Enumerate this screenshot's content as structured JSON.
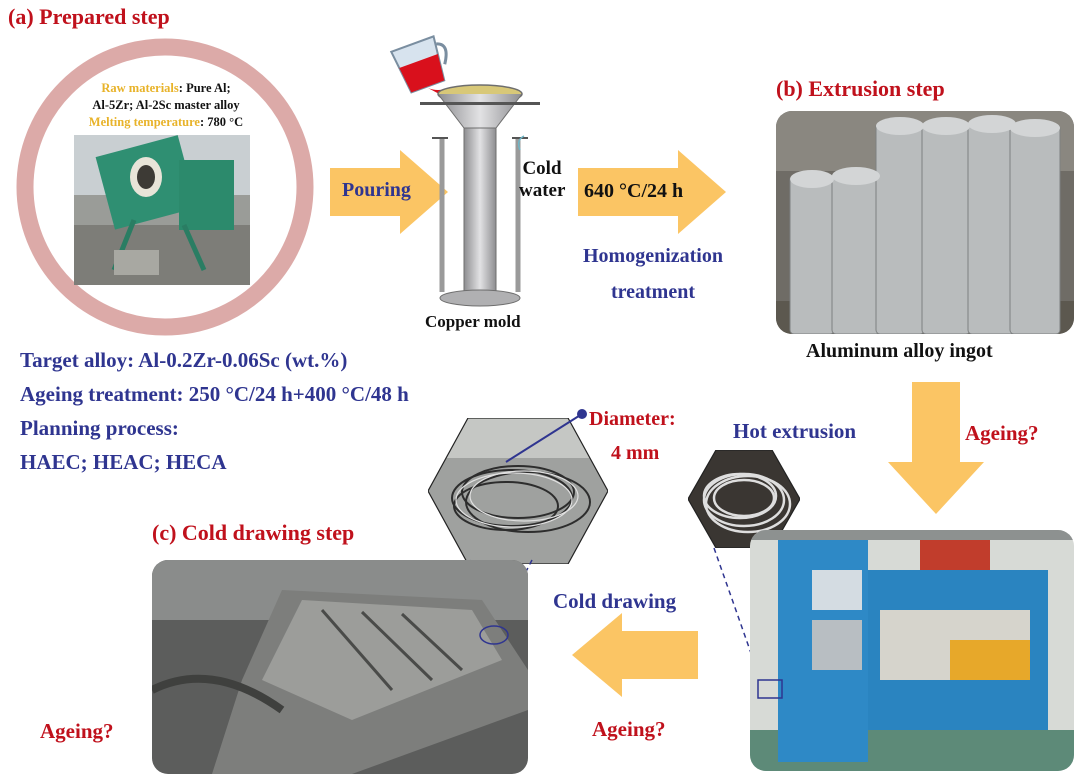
{
  "steps": {
    "prepared": "(a) Prepared step",
    "extrusion": "(b) Extrusion step",
    "cold_drawing": "(c) Cold drawing step"
  },
  "raw_materials": {
    "label": "Raw materials",
    "value": ": Pure Al;",
    "line2": "Al-5Zr; Al-2Sc master alloy",
    "melt_label": "Melting temperature",
    "melt_value": ": 780 °C"
  },
  "flow": {
    "pouring": "Pouring",
    "cold_water_1": "Cold",
    "cold_water_2": "water",
    "copper_mold": "Copper mold",
    "homog_temp": "640 °C/24 h",
    "homog_1": "Homogenization",
    "homog_2": "treatment",
    "ingot": "Aluminum alloy ingot",
    "hot_extrusion": "Hot extrusion",
    "cold_drawing": "Cold drawing",
    "ageing_right": "Ageing?",
    "ageing_bottom_mid": "Ageing?",
    "ageing_bottom_left": "Ageing?",
    "diameter_label": "Diameter:",
    "diameter_value": "4 mm"
  },
  "info": {
    "target": "Target alloy: Al-0.2Zr-0.06Sc (wt.%)",
    "ageing": "Ageing treatment: 250 °C/24 h+400 °C/48 h",
    "planning": "Planning process:",
    "processes": "HAEC; HEAC; HECA"
  },
  "colors": {
    "title_red": "#c0111c",
    "navy": "#2f3590",
    "arrow_orange": "#fbc564",
    "ring_pink": "#dcaaa8",
    "yellow_label": "#e8b32a"
  }
}
